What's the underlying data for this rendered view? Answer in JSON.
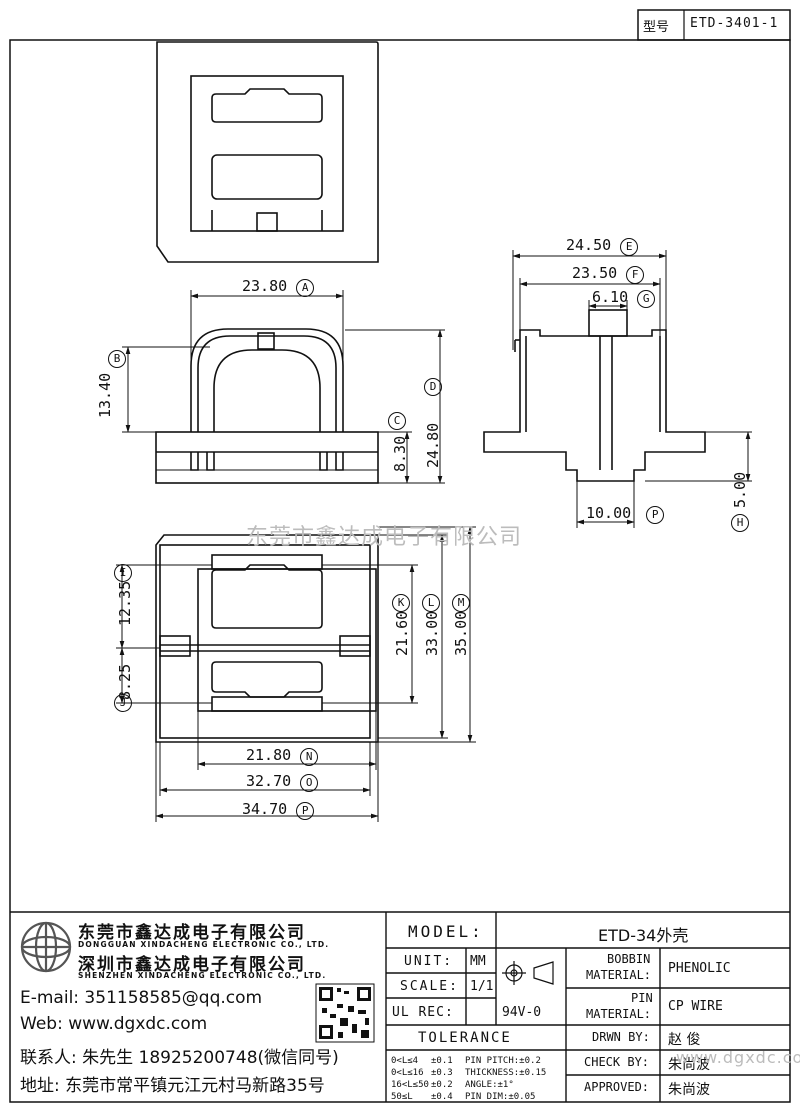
{
  "title_block_top": {
    "model_label": "型号",
    "model_value": "ETD-3401-1"
  },
  "watermarks": {
    "center": "东莞市鑫达成电子有限公司",
    "corner": "www.dgxdc.com"
  },
  "dimensions": {
    "A": {
      "value": "23.80",
      "tag": "A"
    },
    "B": {
      "value": "13.40",
      "tag": "B"
    },
    "C": {
      "value": "8.30",
      "tag": "C"
    },
    "D": {
      "value": "24.80",
      "tag": "D"
    },
    "E": {
      "value": "24.50",
      "tag": "E"
    },
    "F": {
      "value": "23.50",
      "tag": "F"
    },
    "G": {
      "value": "6.10",
      "tag": "G"
    },
    "H": {
      "value": "5.00",
      "tag": "H"
    },
    "P2": {
      "value": "10.00",
      "tag": "P"
    },
    "I": {
      "value": "12.35",
      "tag": "I"
    },
    "J": {
      "value": "8.25",
      "tag": "J"
    },
    "K": {
      "value": "21.60",
      "tag": "K"
    },
    "L": {
      "value": "33.00",
      "tag": "L"
    },
    "M": {
      "value": "35.00",
      "tag": "M"
    },
    "N": {
      "value": "21.80",
      "tag": "N"
    },
    "O": {
      "value": "32.70",
      "tag": "O"
    },
    "P": {
      "value": "34.70",
      "tag": "P"
    }
  },
  "company": {
    "name_dg": "东莞市鑫达成电子有限公司",
    "name_dg_en": "DONGGUAN XINDACHENG ELECTRONIC CO., LTD.",
    "name_sz": "深圳市鑫达成电子有限公司",
    "name_sz_en": "SHENZHEN XINDACHENG ELECTRONIC CO., LTD.",
    "email": "E-mail: 351158585@qq.com",
    "web": "Web: www.dgxdc.com",
    "contact": "联系人: 朱先生 18925200748(微信同号)",
    "address": "地址: 东莞市常平镇元江元村马新路35号"
  },
  "spec": {
    "model_label": "MODEL:",
    "model_value": "ETD-34外壳",
    "unit_label": "UNIT:",
    "unit_value": "MM",
    "scale_label": "SCALE:",
    "scale_value": "1/1",
    "ulrec_label": "UL REC:",
    "ulrec_value": "94V-0",
    "tolerance_label": "TOLERANCE",
    "tol_rows": [
      [
        "0<L≤4",
        "±0.1",
        "PIN PITCH:±0.2"
      ],
      [
        "0<L≤16",
        "±0.3",
        "THICKNESS:±0.15"
      ],
      [
        "16<L≤50",
        "±0.2",
        "ANGLE:±1°"
      ],
      [
        "50≤L",
        "±0.4",
        "PIN DIM:±0.05"
      ]
    ],
    "bobbin_label_1": "BOBBIN",
    "bobbin_label_2": "MATERIAL:",
    "bobbin_value": "PHENOLIC",
    "pin_label_1": "PIN",
    "pin_label_2": "MATERIAL:",
    "pin_value": "CP WIRE",
    "drwn_label": "DRWN BY:",
    "drwn_value": "赵 俊",
    "check_label": "CHECK BY:",
    "check_value": "朱尚波",
    "approved_label": "APPROVED:",
    "approved_value": "朱尚波"
  }
}
